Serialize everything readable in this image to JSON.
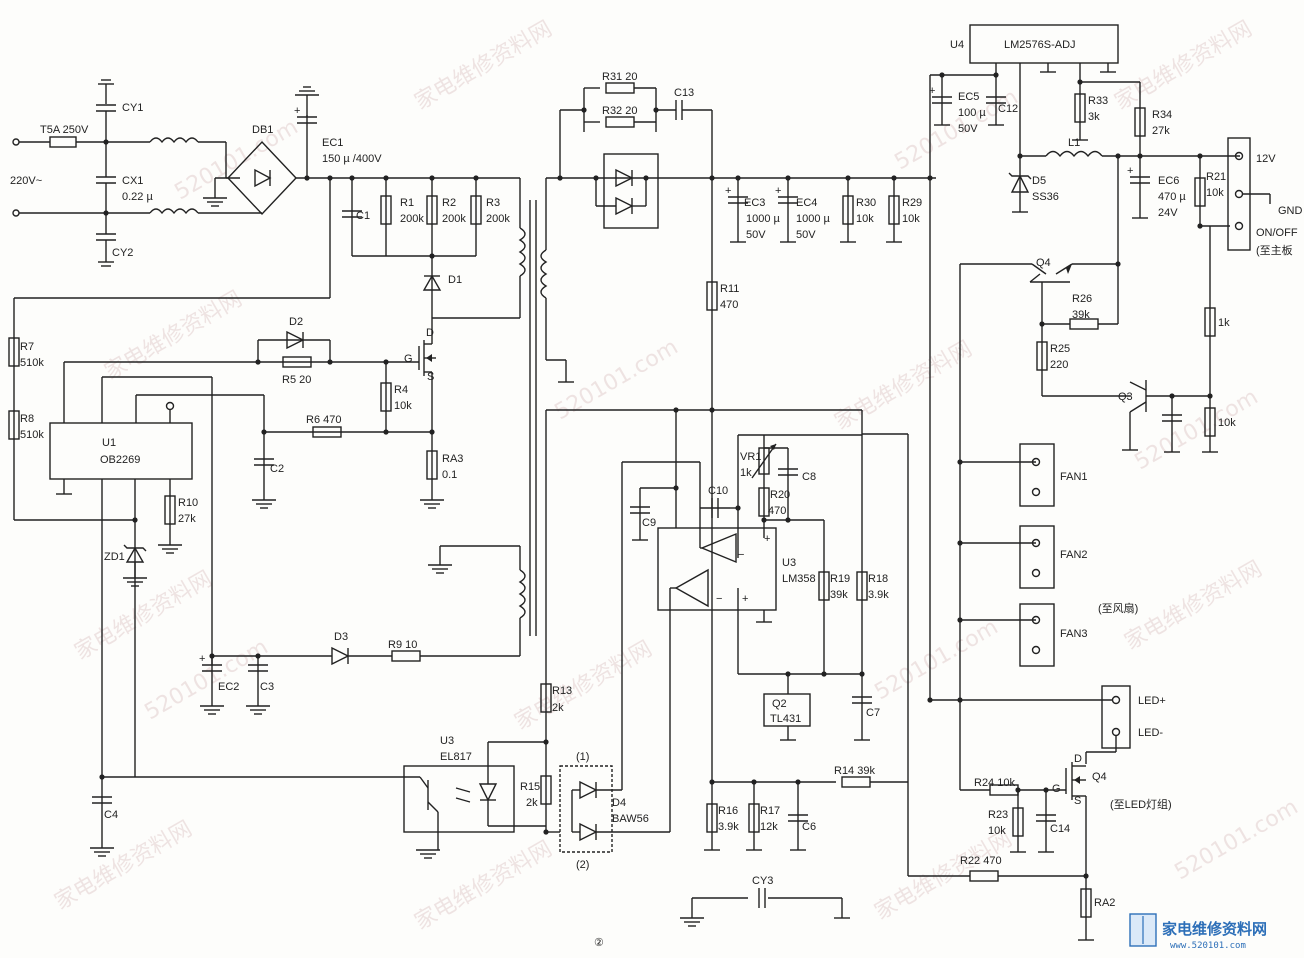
{
  "labels": {
    "fuse": "T5A 250V",
    "ac_in": "220V~",
    "cy1": "CY1",
    "cy2": "CY2",
    "cx1": "CX1",
    "cx1_val": "0.22 µ",
    "db1": "DB1",
    "ec1": "EC1",
    "ec1_val": "150 µ /400V",
    "c1": "C1",
    "r1": "R1",
    "r1_val": "200k",
    "r2": "R2",
    "r2_val": "200k",
    "r3": "R3",
    "r3_val": "200k",
    "d1": "D1",
    "d_pin": "D",
    "g_pin": "G",
    "s_pin": "S",
    "d2": "D2",
    "r5": "R5 20",
    "r4": "R4",
    "r4_val": "10k",
    "r6": "R6 470",
    "ra3": "RA3",
    "ra3_val": "0.1",
    "r7": "R7",
    "r7_val": "510k",
    "r8": "R8",
    "r8_val": "510k",
    "u1": "U1",
    "u1_part": "OB2269",
    "r10": "R10",
    "r10_val": "27k",
    "c2": "C2",
    "zd1": "ZD1",
    "d3": "D3",
    "r9": "R9 10",
    "ec2": "EC2",
    "c3": "C3",
    "c4": "C4",
    "r31": "R31 20",
    "r32": "R32 20",
    "c13": "C13",
    "ec3": "EC3",
    "ec3_val": "1000 µ",
    "ec3_v": "50V",
    "ec4": "EC4",
    "ec4_val": "1000 µ",
    "ec4_v": "50V",
    "r30": "R30",
    "r30_val": "10k",
    "r29": "R29",
    "r29_val": "10k",
    "r11": "R11",
    "r11_val": "470",
    "vr1": "VR1",
    "vr1_val": "1k",
    "c8": "C8",
    "c10": "C10",
    "c9": "C9",
    "r20": "R20",
    "r20_val": "470",
    "u3a": "U3",
    "u3a_part": "LM358",
    "r19": "R19",
    "r19_val": "39k",
    "r18": "R18",
    "r18_val": "3.9k",
    "q2": "Q2",
    "q2_part": "TL431",
    "c7": "C7",
    "r13": "R13",
    "r13_val": "2k",
    "u3b": "U3",
    "u3b_part": "EL817",
    "r15": "R15",
    "r15_val": "2k",
    "d4": "D4",
    "d4_part": "BAW56",
    "d4_p1": "(1)",
    "d4_p2": "(2)",
    "r16": "R16",
    "r16_val": "3.9k",
    "r17": "R17",
    "r17_val": "12k",
    "c6": "C6",
    "r14": "R14 39k",
    "cy3": "CY3",
    "u4": "U4",
    "u4_part": "LM2576S-ADJ",
    "ec5": "EC5",
    "ec5_val": "100 µ",
    "ec5_v": "50V",
    "c12": "C12",
    "r33": "R33",
    "r33_val": "3k",
    "r34": "R34",
    "r34_val": "27k",
    "l1": "L1",
    "d5": "D5",
    "d5_part": "SS36",
    "ec6": "EC6",
    "ec6_val": "470 µ",
    "ec6_v": "24V",
    "r21": "R21",
    "r21_val": "10k",
    "out_12v": "12V",
    "out_gnd": "GND",
    "out_onoff": "ON/OFF",
    "out_main": "(至主板",
    "q4a": "Q4",
    "r26": "R26",
    "r26_val": "39k",
    "r25": "R25",
    "r25_val": "220",
    "q3": "Q3",
    "r1k": "1k",
    "r10k": "10k",
    "fan1": "FAN1",
    "fan2": "FAN2",
    "fan3": "FAN3",
    "to_fan": "(至风扇)",
    "led_p": "LED+",
    "led_n": "LED-",
    "r24": "R24 10k",
    "r23": "R23",
    "r23_val": "10k",
    "c14": "C14",
    "q4b": "Q4",
    "to_led": "(至LED灯组)",
    "r22": "R22 470",
    "ra2": "RA2",
    "page_mark": "②"
  },
  "watermark": {
    "text_cn": "家电维修资料网",
    "text_url": "520101.com"
  },
  "logo": {
    "title": "家电维修资料网",
    "url": "www.520101.com"
  },
  "colors": {
    "ink": "#222222",
    "watermark": "#e3cfcf",
    "logo": "#2d6fb8"
  }
}
